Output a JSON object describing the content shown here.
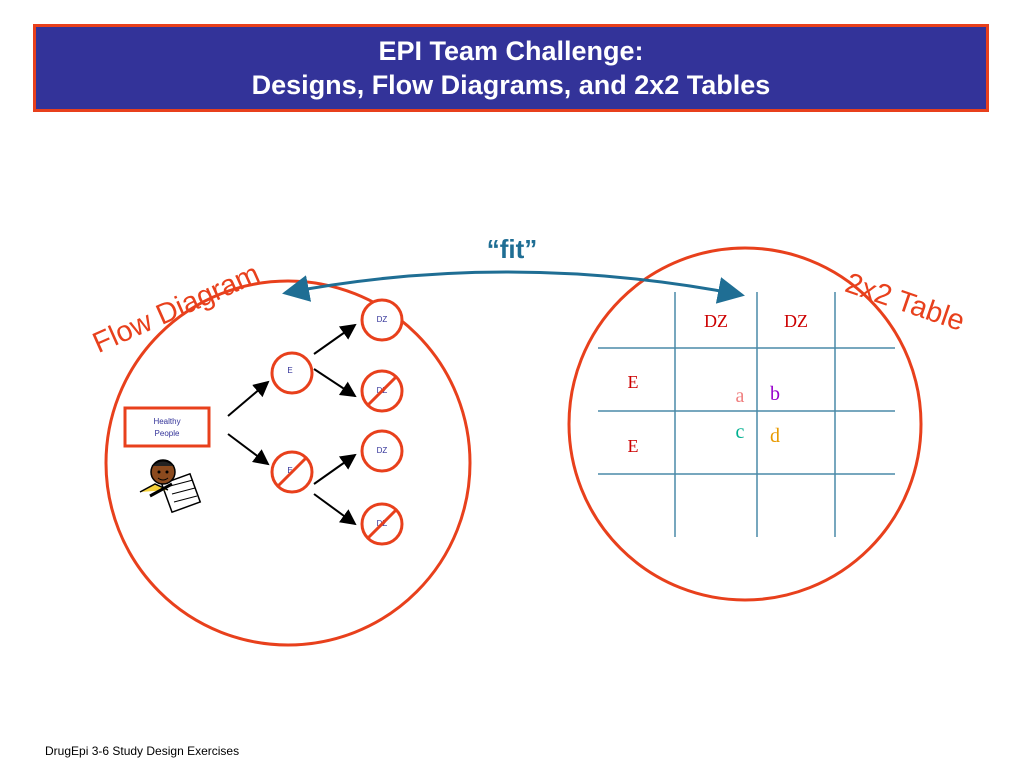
{
  "title": {
    "line1": "EPI Team Challenge:",
    "line2": "Designs, Flow Diagrams, and 2x2 Tables"
  },
  "fit_label": "“fit”",
  "left_circle_label": "Flow Diagram",
  "right_circle_label": "2x2 Table",
  "flow": {
    "start_box_line1": "Healthy",
    "start_box_line2": "People",
    "exposed": "E",
    "unexposed": "E",
    "outcomes": [
      "DZ",
      "DZ",
      "DZ",
      "DZ"
    ]
  },
  "table": {
    "col_headers": [
      "DZ",
      "DZ"
    ],
    "row_headers": [
      "E",
      "E"
    ],
    "cells": {
      "a": "a",
      "b": "b",
      "c": "c",
      "d": "d"
    }
  },
  "colors": {
    "accent_red": "#e8401c",
    "banner_blue": "#333399",
    "arrow_blue": "#1f6e94",
    "grid_blue": "#4a8aa8",
    "a_pink": "#f08080",
    "b_purple": "#9900cc",
    "c_green": "#00b090",
    "d_orange": "#e89a00"
  },
  "footer": "DrugEpi 3-6  Study Design Exercises"
}
